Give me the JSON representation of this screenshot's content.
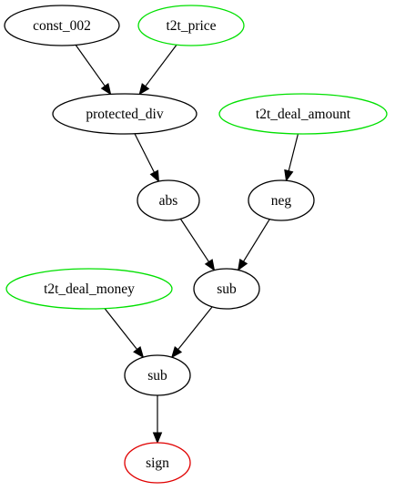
{
  "colors": {
    "default": "#000000",
    "input": "#00e000",
    "output": "#e00000"
  },
  "graph": {
    "nodes": [
      {
        "id": "const_002",
        "label": "const_002",
        "role": "default"
      },
      {
        "id": "t2t_price",
        "label": "t2t_price",
        "role": "input"
      },
      {
        "id": "protected_div",
        "label": "protected_div",
        "role": "default"
      },
      {
        "id": "t2t_deal_amount",
        "label": "t2t_deal_amount",
        "role": "input"
      },
      {
        "id": "abs",
        "label": "abs",
        "role": "default"
      },
      {
        "id": "neg",
        "label": "neg",
        "role": "default"
      },
      {
        "id": "t2t_deal_money",
        "label": "t2t_deal_money",
        "role": "input"
      },
      {
        "id": "sub_1",
        "label": "sub",
        "role": "default"
      },
      {
        "id": "sub_2",
        "label": "sub",
        "role": "default"
      },
      {
        "id": "sign",
        "label": "sign",
        "role": "output"
      }
    ],
    "edges": [
      {
        "from": "const_002",
        "to": "protected_div"
      },
      {
        "from": "t2t_price",
        "to": "protected_div"
      },
      {
        "from": "protected_div",
        "to": "abs"
      },
      {
        "from": "t2t_deal_amount",
        "to": "neg"
      },
      {
        "from": "abs",
        "to": "sub_1"
      },
      {
        "from": "neg",
        "to": "sub_1"
      },
      {
        "from": "t2t_deal_money",
        "to": "sub_2"
      },
      {
        "from": "sub_1",
        "to": "sub_2"
      },
      {
        "from": "sub_2",
        "to": "sign"
      }
    ]
  }
}
